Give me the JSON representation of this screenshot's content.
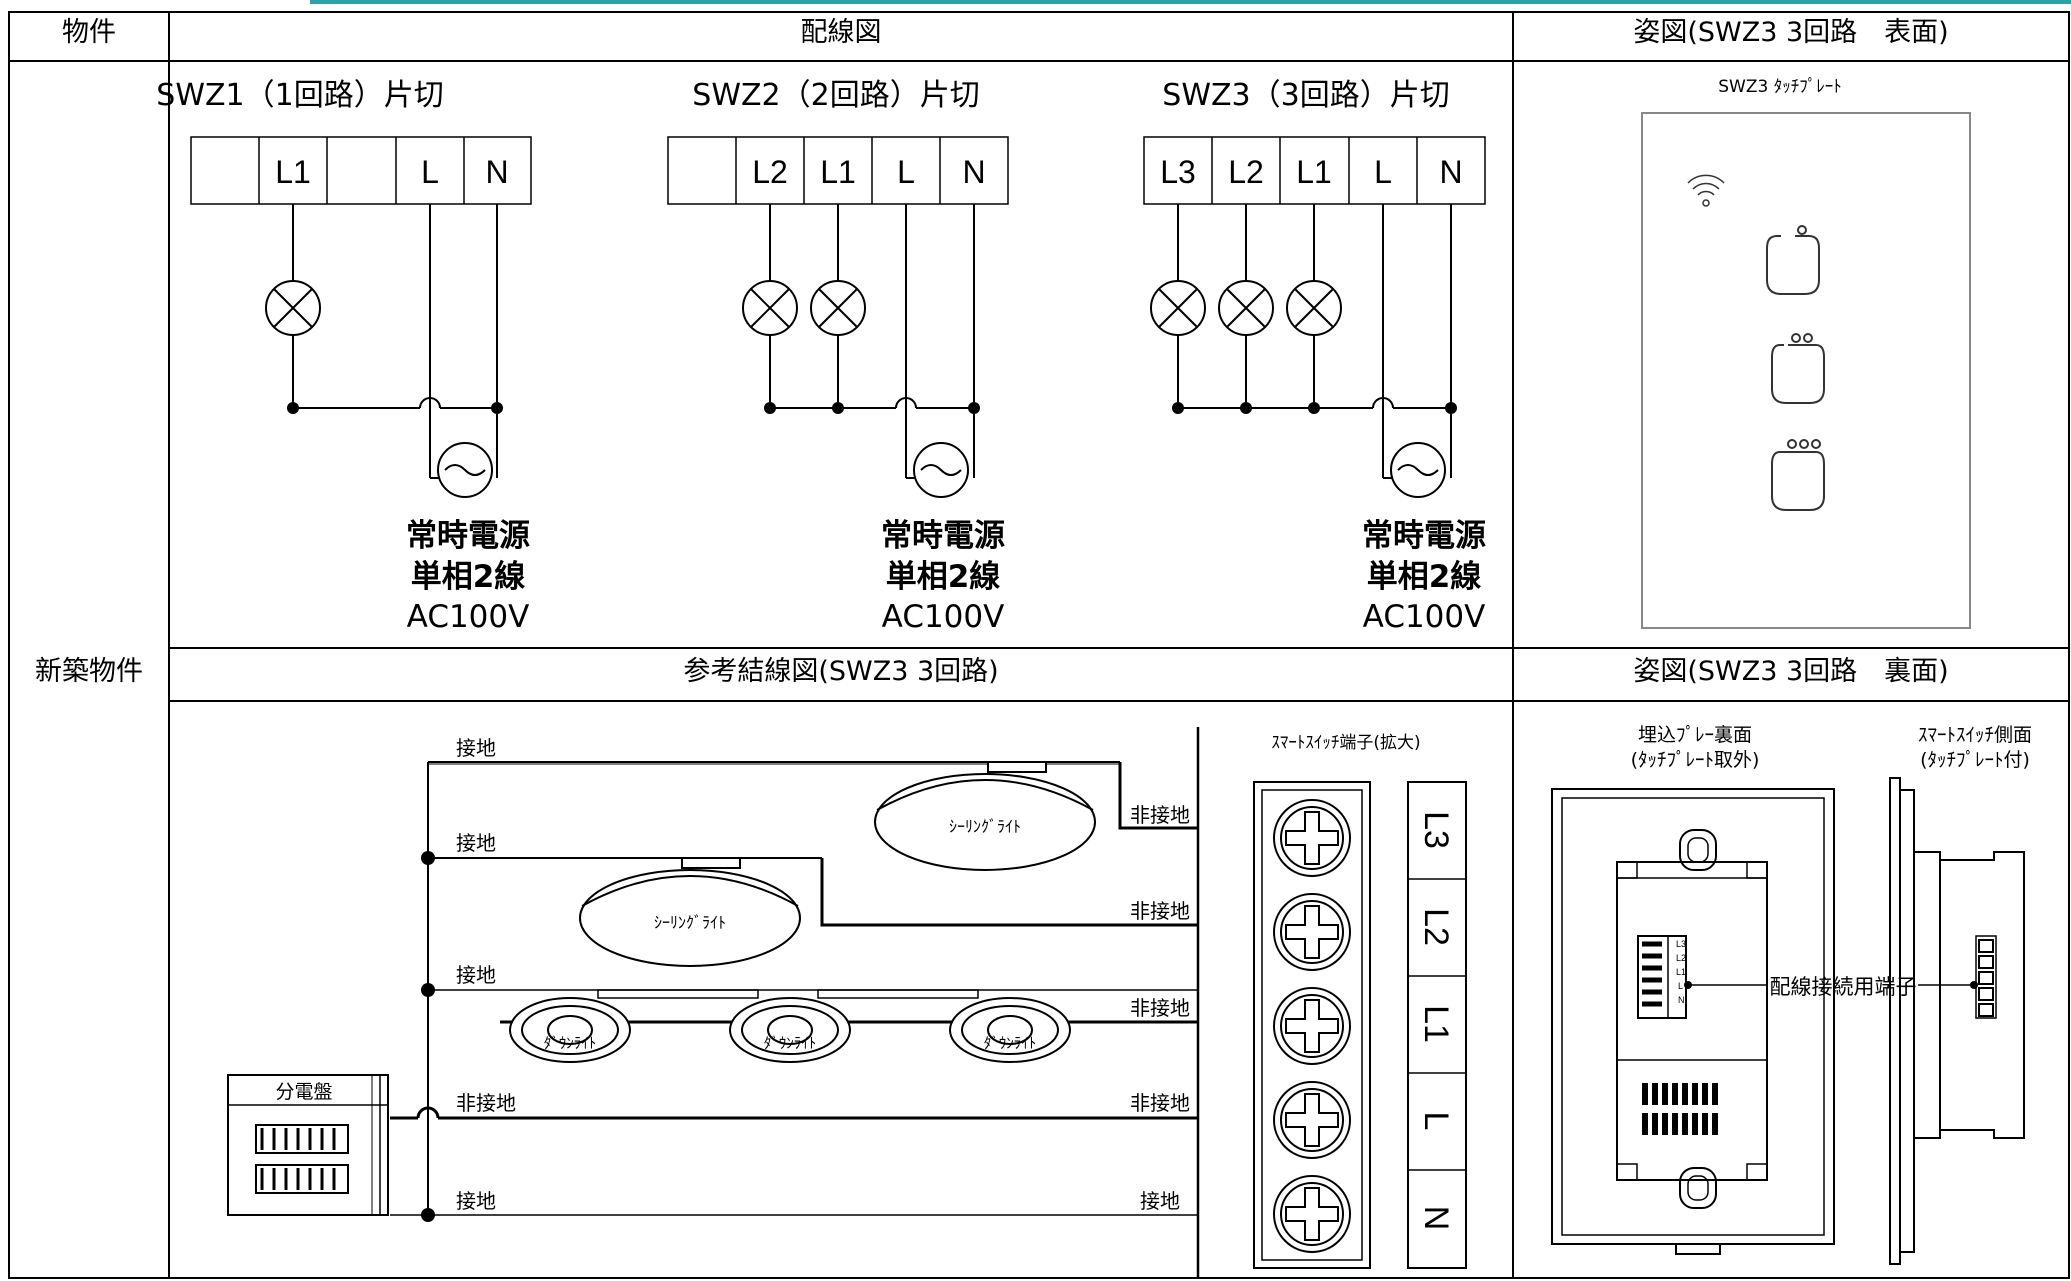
{
  "headers": {
    "property": "物件",
    "wiring": "配線図",
    "front_view": "姿図(SWZ3 3回路　表面)",
    "reference": "参考結線図(SWZ3 3回路)",
    "back_view": "姿図(SWZ3 3回路　裏面)",
    "new_build": "新築物件"
  },
  "wiring": {
    "swz1_title": "SWZ1（1回路）片切",
    "swz2_title": "SWZ2（2回路）片切",
    "swz3_title": "SWZ3（3回路）片切",
    "swz1_terminals": [
      "",
      "L1",
      "",
      "L",
      "N"
    ],
    "swz2_terminals": [
      "",
      "L2",
      "L1",
      "L",
      "N"
    ],
    "swz3_terminals": [
      "L3",
      "L2",
      "L1",
      "L",
      "N"
    ],
    "power_line1": "常時電源",
    "power_line2": "単相2線",
    "power_line3": "AC100V"
  },
  "front": {
    "plate_label": "SWZ3 ﾀｯﾁﾌﾟﾚｰﾄ"
  },
  "reference": {
    "ground": "接地",
    "non_ground": "非接地",
    "ceiling_light": "ｼｰﾘﾝｸﾞﾗｲﾄ",
    "down_light": "ﾀﾞｳﾝﾗｲﾄ",
    "panel": "分電盤",
    "terminal_title": "ｽﾏｰﾄｽｲｯﾁ端子(拡大)",
    "terminal_labels": [
      "L3",
      "L2",
      "L1",
      "L",
      "N"
    ]
  },
  "back": {
    "rear_title1": "埋込ﾌﾟﾚｰ裏面",
    "rear_title2": "(ﾀｯﾁﾌﾟﾚｰﾄ取外)",
    "side_title1": "ｽﾏｰﾄｽｲｯﾁ側面",
    "side_title2": "(ﾀｯﾁﾌﾟﾚｰﾄ付)",
    "connector_label": "配線接続用端子",
    "mini_labels": [
      "L3",
      "L2",
      "L1",
      "L",
      "N"
    ]
  },
  "colors": {
    "accent_line": "#2aa3a8",
    "line": "#000000",
    "plate_border": "#888888"
  }
}
